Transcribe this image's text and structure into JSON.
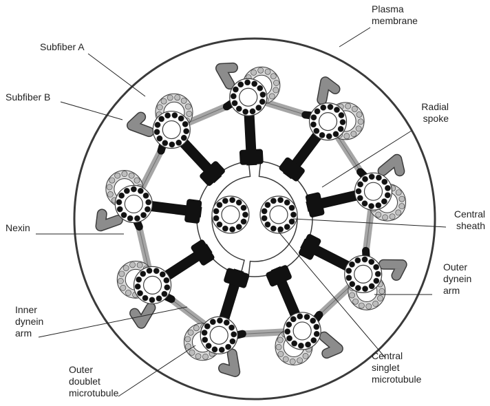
{
  "labels": {
    "plasma_membrane": [
      "Plasma",
      "membrane"
    ],
    "subfiber_a": [
      "Subfiber A"
    ],
    "subfiber_b": [
      "Subfiber B"
    ],
    "radial_spoke": [
      "Radial",
      "spoke"
    ],
    "central_sheath": [
      "Central",
      "sheath"
    ],
    "nexin": [
      "Nexin"
    ],
    "outer_dynein_arm": [
      "Outer",
      "dynein",
      "arm"
    ],
    "inner_dynein_arm": [
      "Inner",
      "dynein",
      "arm"
    ],
    "outer_doublet_microtubule": [
      "Outer",
      "doublet",
      "microtubule"
    ],
    "central_singlet_microtubule": [
      "Central",
      "singlet",
      "microtubule"
    ]
  },
  "structure": {
    "outer_doublet_count": 9,
    "central_singlet_count": 2,
    "subfiber_a_protofilaments": 13
  },
  "colors": {
    "outline": "#3a3a3a",
    "black_fill": "#111111",
    "gray_fill": "#bdbdbd",
    "dynein_arm": "#8c8c8c",
    "nexin_link": "#a6a6a6",
    "light_fill": "#d9d9d9",
    "white": "#ffffff"
  }
}
